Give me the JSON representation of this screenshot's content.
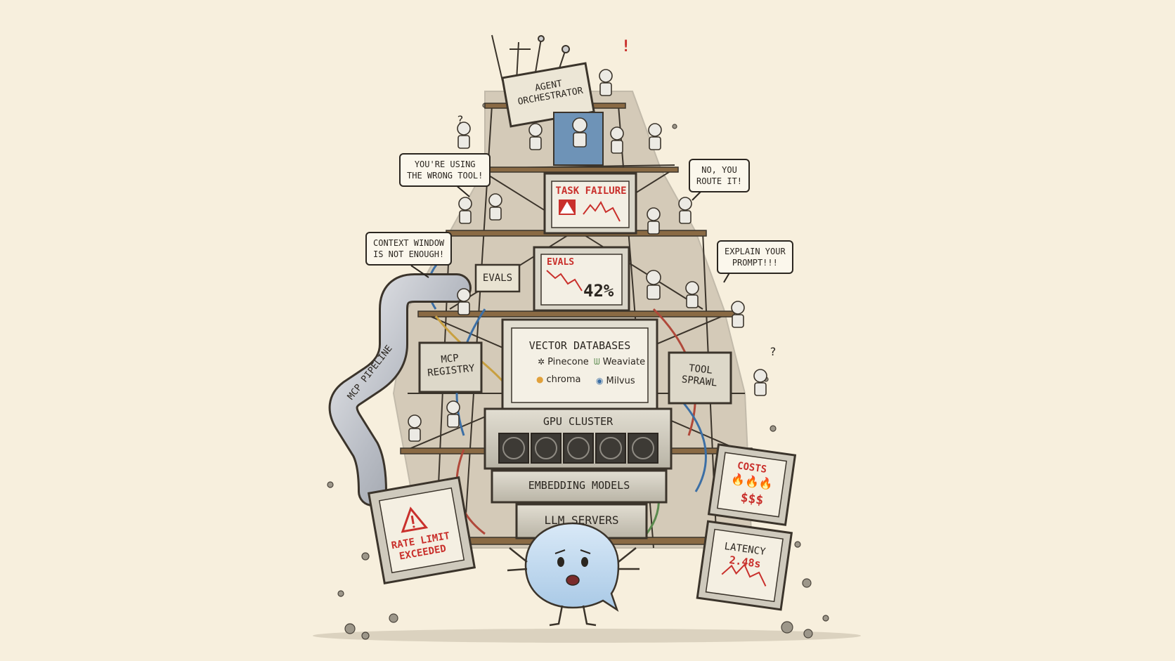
{
  "colors": {
    "background": "#f7efdd",
    "ink": "#2b2620",
    "alert_red": "#c9302c",
    "metal": "#c7c3b6",
    "rust": "#8a6a44",
    "chatbot_blue": "#b9d6ee"
  },
  "boxes": {
    "agent_orchestrator": [
      "AGENT",
      "ORCHESTRATOR"
    ],
    "task_failure": "TASK FAILURE",
    "evals_label": "EVALS",
    "evals_monitor": "EVALS",
    "evals_percent": "42%",
    "vector_databases": "VECTOR DATABASES",
    "mcp_registry": [
      "MCP",
      "REGISTRY"
    ],
    "tool_sprawl": [
      "TOOL",
      "SPRAWL"
    ],
    "mcp_pipeline": "MCP PIPELINE",
    "gpu_cluster": "GPU CLUSTER",
    "embedding_models": "EMBEDDING MODELS",
    "llm_servers": "LLM SERVERS",
    "rate_limit": [
      "RATE LIMIT",
      "EXCEEDED"
    ],
    "costs": "COSTS",
    "costs_fire": "🔥🔥🔥",
    "costs_dollars": "$$$",
    "latency": "LATENCY",
    "latency_value": "2.48s"
  },
  "vendors": [
    {
      "name": "Pinecone",
      "icon": "pinecone-icon"
    },
    {
      "name": "Weaviate",
      "icon": "weaviate-icon"
    },
    {
      "name": "chroma",
      "icon": "chroma-icon"
    },
    {
      "name": "Milvus",
      "icon": "milvus-icon"
    }
  ],
  "speech": {
    "wrong_tool": [
      "YOU'RE USING",
      "THE WRONG TOOL!"
    ],
    "route_it": [
      "NO, YOU",
      "ROUTE IT!"
    ],
    "context_window": [
      "CONTEXT WINDOW",
      "IS NOT ENOUGH!"
    ],
    "explain_prompt": [
      "EXPLAIN YOUR",
      "PROMPT!!!"
    ]
  },
  "marks": {
    "exclaim": "!",
    "question": "?"
  }
}
